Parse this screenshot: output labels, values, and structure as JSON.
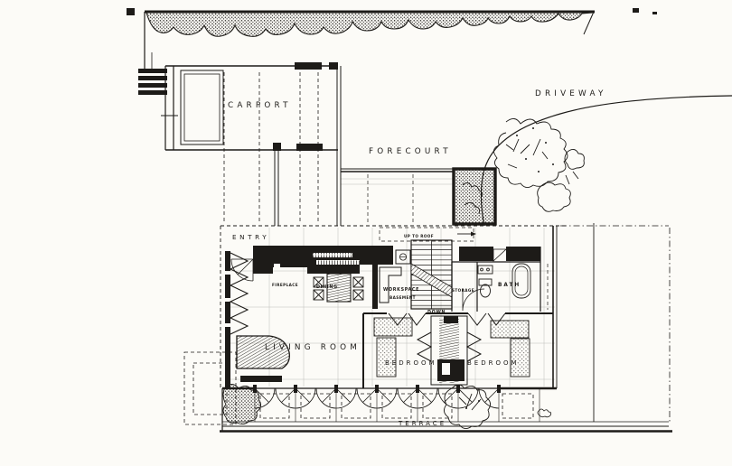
{
  "figure": {
    "kind": "architectural ground-plan, scanned black-ink drawing (Usonian house)",
    "ink_color": "#1d1b18",
    "paper_color": "#fcfbf7"
  },
  "labels": {
    "carport": "CARPORT",
    "driveway": "DRIVEWAY",
    "forecourt": "FORECOURT",
    "entry": "ENTRY",
    "fireplace": "FIREPLACE",
    "dining": "DINING",
    "workspace": "WORKSPACE",
    "basement": "BASEMENT",
    "up_to_roof": "UP TO ROOF",
    "down": "DOWN",
    "storage": "STORAGE",
    "bath": "BATH",
    "living_room": "LIVING ROOM",
    "bedroom_left": "BEDROOM",
    "bedroom_right": "BEDROOM",
    "terrace": "TERRACE"
  }
}
